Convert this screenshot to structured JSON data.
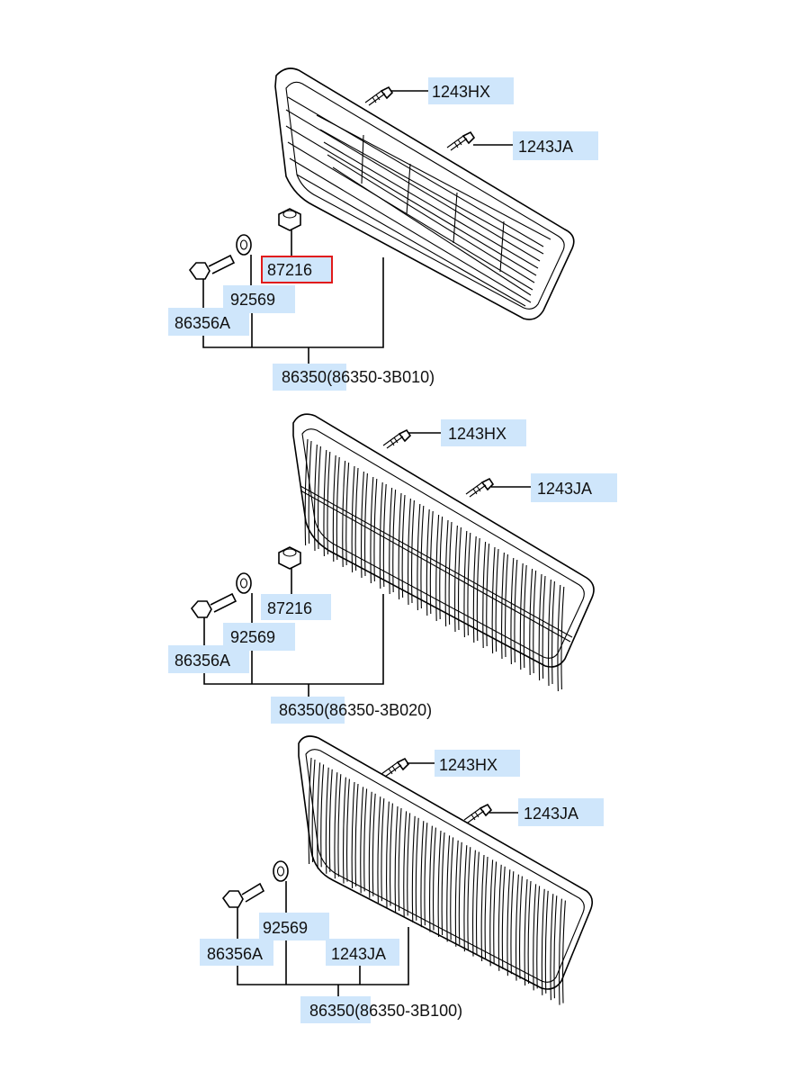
{
  "colors": {
    "label_highlight": "#cfe6fb",
    "selected_outline": "#e11a1a",
    "line": "#000000"
  },
  "assemblies": [
    {
      "grille_style": "horizontal-bars",
      "labels": {
        "screw_hx": "1243HX",
        "screw_ja": "1243JA",
        "clip": "87216",
        "washer": "92569",
        "bolt": "86356A",
        "grille_main": "86350",
        "grille_variant": "(86350-3B010)"
      },
      "selected_part": "87216"
    },
    {
      "grille_style": "vertical-fins",
      "labels": {
        "screw_hx": "1243HX",
        "screw_ja": "1243JA",
        "clip": "87216",
        "washer": "92569",
        "bolt": "86356A",
        "grille_main": "86350",
        "grille_variant": "(86350-3B020)"
      }
    },
    {
      "grille_style": "fine-vertical-fins",
      "labels": {
        "screw_hx": "1243HX",
        "screw_ja": "1243JA",
        "washer": "92569",
        "bolt": "86356A",
        "screw_bottom": "1243JA",
        "grille_main": "86350",
        "grille_variant": "(86350-3B100)"
      }
    }
  ]
}
